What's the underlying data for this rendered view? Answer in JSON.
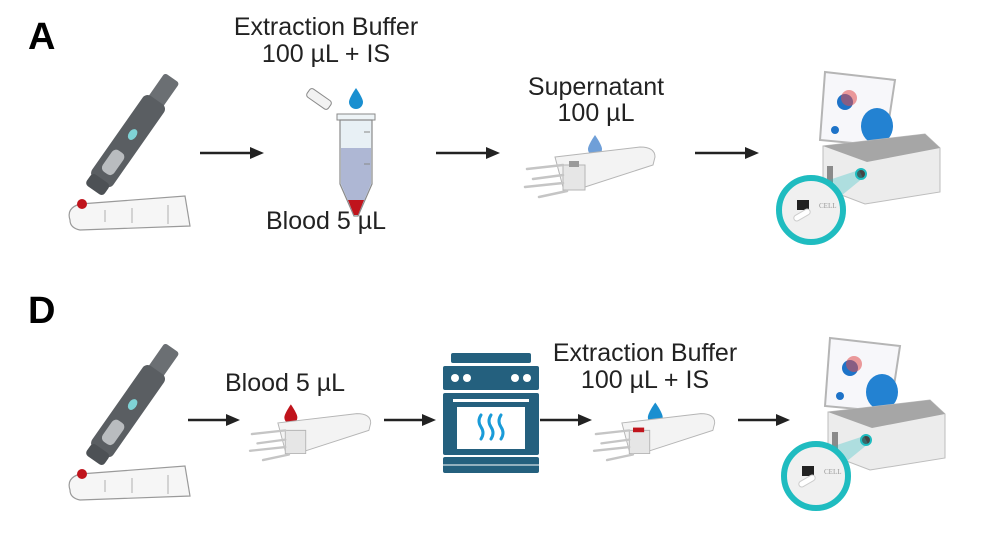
{
  "figure": {
    "panels": [
      {
        "letter": "A",
        "steps": [
          {
            "name": "lancet-finger-prick",
            "label": ""
          },
          {
            "name": "tube",
            "label_top_line1": "Extraction Buffer",
            "label_top_line2": "100 µL + IS",
            "label_bottom": "Blood 5 µL"
          },
          {
            "name": "sampling-cartridge",
            "label_line1": "Supernatant",
            "label_line2": "100 µL"
          },
          {
            "name": "analyzer-instrument",
            "inset_text": "CELL"
          }
        ]
      },
      {
        "letter": "D",
        "steps": [
          {
            "name": "lancet-finger-prick",
            "label": ""
          },
          {
            "name": "sampling-cartridge",
            "label": "Blood 5 µL"
          },
          {
            "name": "oven-drying",
            "label": ""
          },
          {
            "name": "sampling-cartridge",
            "label_line1": "Extraction Buffer",
            "label_line2": "100 µL + IS"
          },
          {
            "name": "analyzer-instrument",
            "inset_text": "CELL"
          }
        ]
      }
    ],
    "colors": {
      "arrow": "#222222",
      "oven": "#24607e",
      "buffer_drop": "#1a8fd0",
      "supernatant_drop": "#6f9fd8",
      "blood": "#c0141c",
      "teal_ring": "#1fbcc0",
      "lancet": "#5a5e62"
    }
  }
}
